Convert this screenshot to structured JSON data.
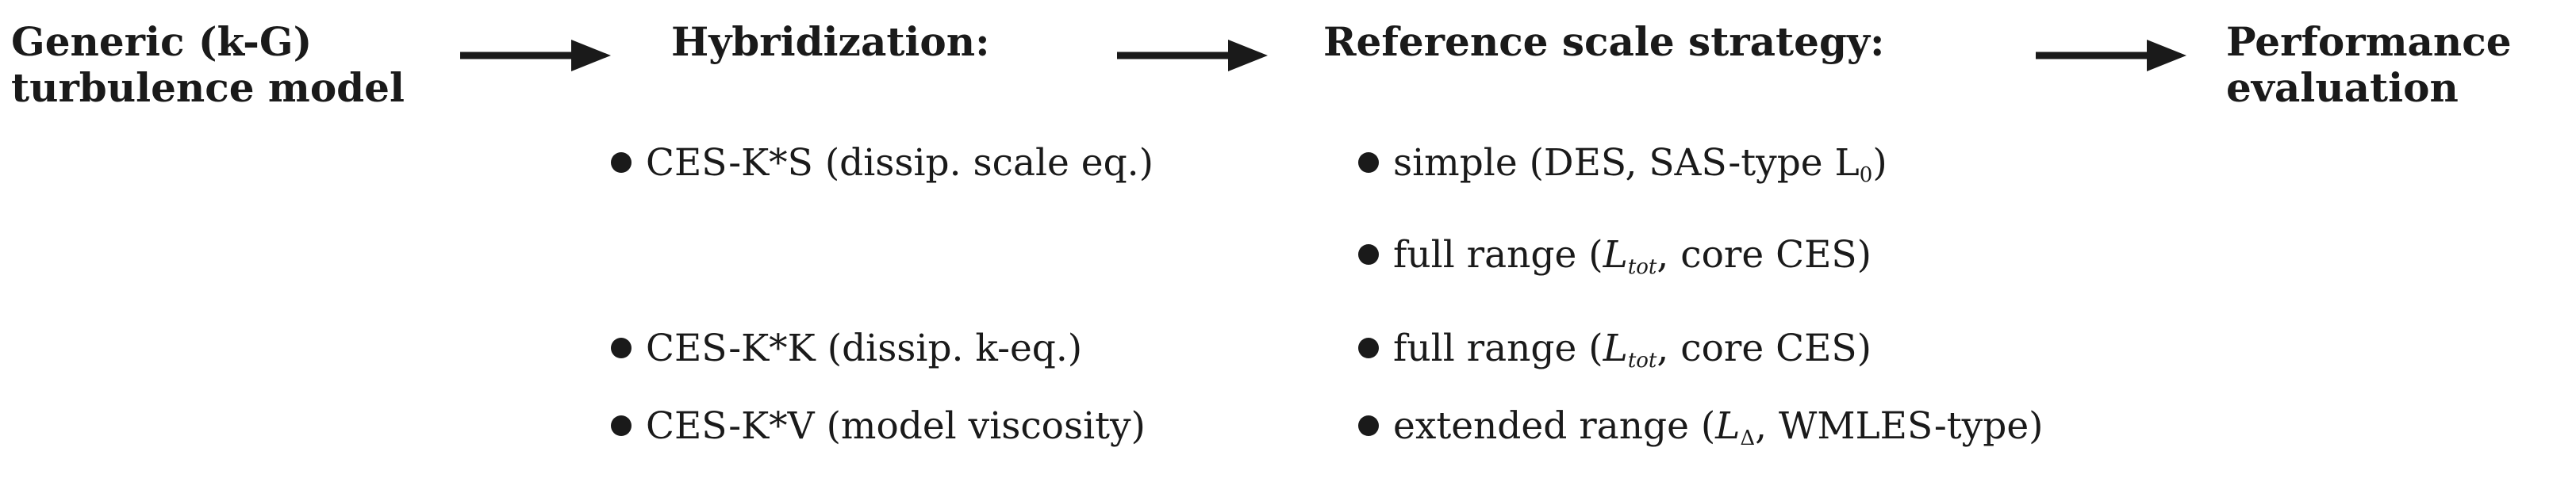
{
  "columns": {
    "generic": {
      "line1": "Generic (k-G)",
      "line2": "turbulence model"
    },
    "hybridization": {
      "title": "Hybridization:",
      "items": [
        "CES-K*S (dissip. scale eq.)",
        "CES-K*K (dissip. k-eq.)",
        "CES-K*V (model viscosity)"
      ]
    },
    "reference": {
      "title": "Reference scale strategy:",
      "items": [
        {
          "pre": "simple (DES, SAS-type L",
          "sub": "0",
          "post": ")"
        },
        {
          "pre": "full range (",
          "sym": "L",
          "sub": "tot",
          "post": ", core CES)"
        },
        {
          "pre": "full range (",
          "sym": "L",
          "sub": "tot",
          "post": ", core CES)"
        },
        {
          "pre": "extended range (",
          "sym": "L",
          "sub": "Δ",
          "post": ", WMLES-type)"
        }
      ]
    },
    "performance": {
      "line1": "Performance",
      "line2": "evaluation"
    }
  },
  "colors": {
    "ink": "#1a1a1a",
    "background": "#ffffff"
  }
}
